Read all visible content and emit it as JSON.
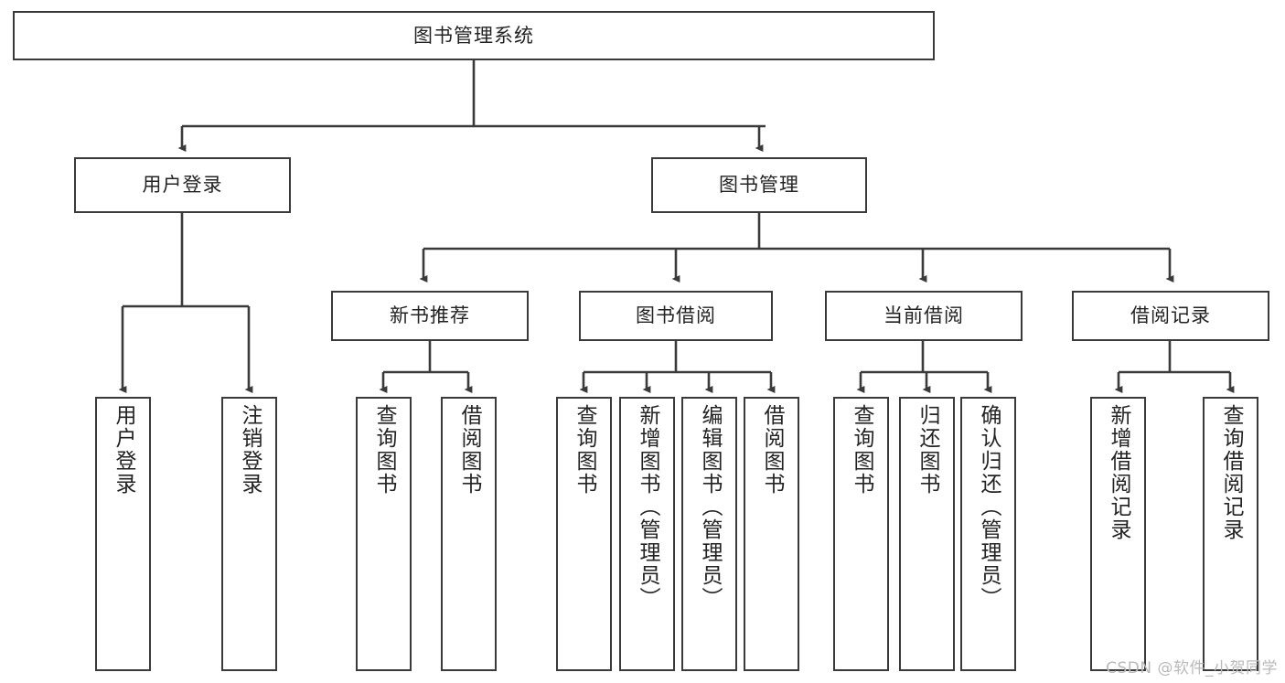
{
  "diagram": {
    "title": "图书管理系统",
    "type": "hierarchy-tree",
    "colors": {
      "box_border": "#3a3a3a",
      "box_fill": "#ffffff",
      "connector": "#3a3a3a",
      "text": "#232323",
      "watermark": "#b9b9b9"
    },
    "root": {
      "label": "图书管理系统"
    },
    "level2": [
      {
        "label": "用户登录"
      },
      {
        "label": "图书管理"
      }
    ],
    "level3": [
      {
        "label": "新书推荐"
      },
      {
        "label": "图书借阅"
      },
      {
        "label": "当前借阅"
      },
      {
        "label": "借阅记录"
      }
    ],
    "leaves": {
      "user_login": [
        {
          "label": "用户登录"
        },
        {
          "label": "注销登录"
        }
      ],
      "new_book_recommend": [
        {
          "label": "查询图书"
        },
        {
          "label": "借阅图书"
        }
      ],
      "book_borrow": [
        {
          "label": "查询图书"
        },
        {
          "label": "新增图书（管理员）"
        },
        {
          "label": "编辑图书（管理员）"
        },
        {
          "label": "借阅图书"
        }
      ],
      "current_borrow": [
        {
          "label": "查询图书"
        },
        {
          "label": "归还图书"
        },
        {
          "label": "确认归还（管理员）"
        }
      ],
      "borrow_record": [
        {
          "label": "新增借阅记录"
        },
        {
          "label": "查询借阅记录"
        }
      ]
    }
  },
  "watermark": {
    "text": "CSDN @软件_小贺同学"
  }
}
